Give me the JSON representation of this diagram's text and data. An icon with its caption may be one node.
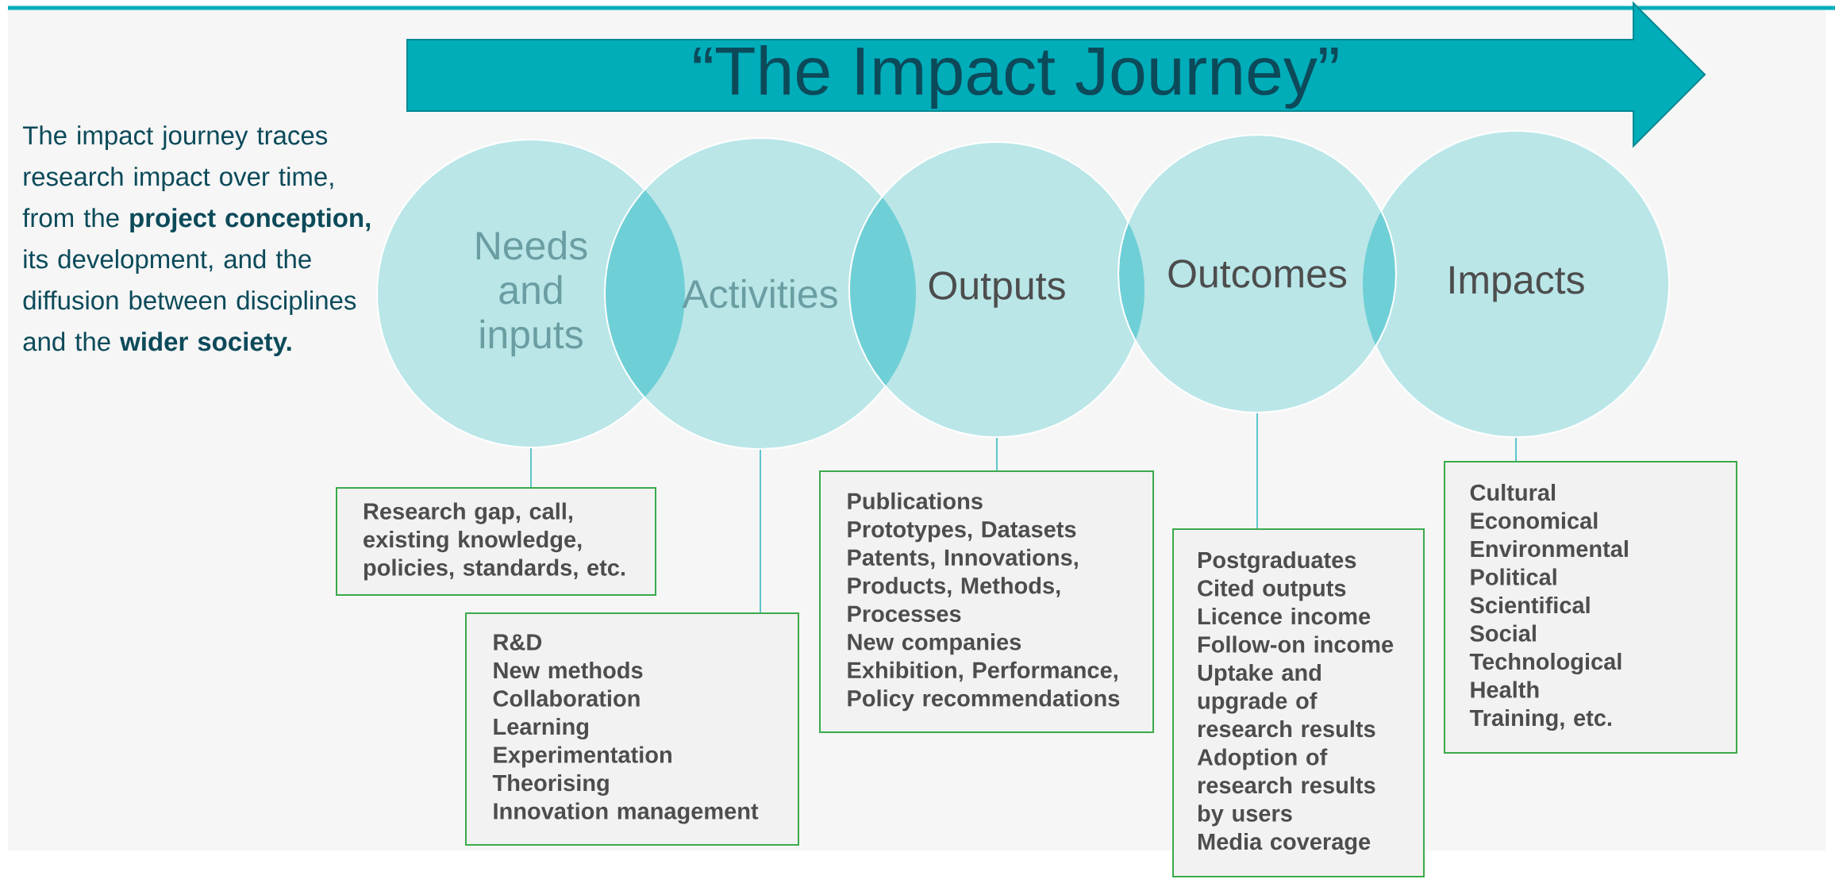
{
  "diagram": {
    "title": "“The Impact Journey”",
    "nodes": [
      {
        "text": [
          "Needs and inputs"
        ]
      },
      {
        "text": [
          "Activities"
        ]
      },
      {
        "text": [
          "Outputs"
        ]
      },
      {
        "text": [
          "Outcomes"
        ]
      },
      {
        "text": [
          "Impacts"
        ]
      },
      {
        "text": [
          "Research gap, call, existing knowledge, policies, standards, etc."
        ]
      },
      {
        "text": [
          "R&D",
          "New methods",
          "Collaboration",
          "Learning",
          "Experimentation",
          "Theorising",
          "Innovation management"
        ]
      },
      {
        "text": [
          "Publications",
          "Prototypes, Datasets",
          "Patents, Innovations, Products, Methods, Processes",
          "New companies",
          "Exhibition, Performance,",
          "Policy recommendations"
        ]
      },
      {
        "text": [
          "Postgraduates",
          "Cited outputs",
          "Licence income",
          "Follow-on income",
          "Uptake and upgrade of research results",
          "Adoption of research results by users",
          "Media coverage"
        ]
      },
      {
        "text": [
          "Cultural",
          "Economical",
          "Environmental",
          "Political",
          "Scientifical",
          "Social",
          "Technological",
          "Health",
          "Training, etc."
        ]
      }
    ],
    "edges": [
      {
        "from": 0,
        "to": 5,
        "arrow": "none"
      },
      {
        "from": 1,
        "to": 6,
        "arrow": "none"
      },
      {
        "from": 2,
        "to": 7,
        "arrow": "none"
      },
      {
        "from": 3,
        "to": 8,
        "arrow": "none"
      },
      {
        "from": 4,
        "to": 9,
        "arrow": "none"
      }
    ],
    "labels": [
      "The impact journey traces research impact over time, from the **project conception,** its development, and the diffusion between disciplines and the **wider society.**"
    ]
  }
}
